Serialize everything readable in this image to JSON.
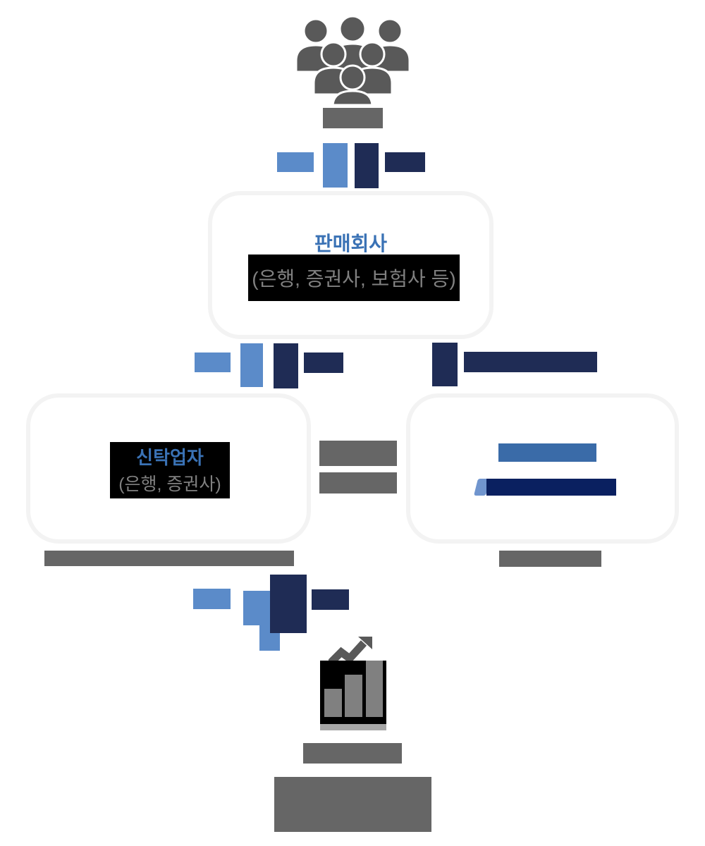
{
  "palette": {
    "light-blue": "#5B8BC9",
    "pale-blue": "#7095CE",
    "navy": "#1F2C55",
    "medium-blue": "#3A6BA8",
    "deep-navy": "#0A2060",
    "label-gray": "#666666",
    "icon-gray": "#595959",
    "bar-gray": "#808080",
    "base-gray": "#A6A6A6",
    "redaction-black": "#000000",
    "box-border": "#F3F3F3",
    "title-blue": "#3A72B5",
    "subtitle-gray": "#808080"
  },
  "boxes": {
    "sales_company": {
      "title": "판매회사",
      "subtitle": "(은행, 증권사, 보험사 등)"
    },
    "trustee": {
      "title": "신탁업자",
      "subtitle": "(은행, 증권사)"
    }
  },
  "icons": {
    "top": "people-group-icon",
    "bottom": "bar-chart-trend-icon"
  }
}
